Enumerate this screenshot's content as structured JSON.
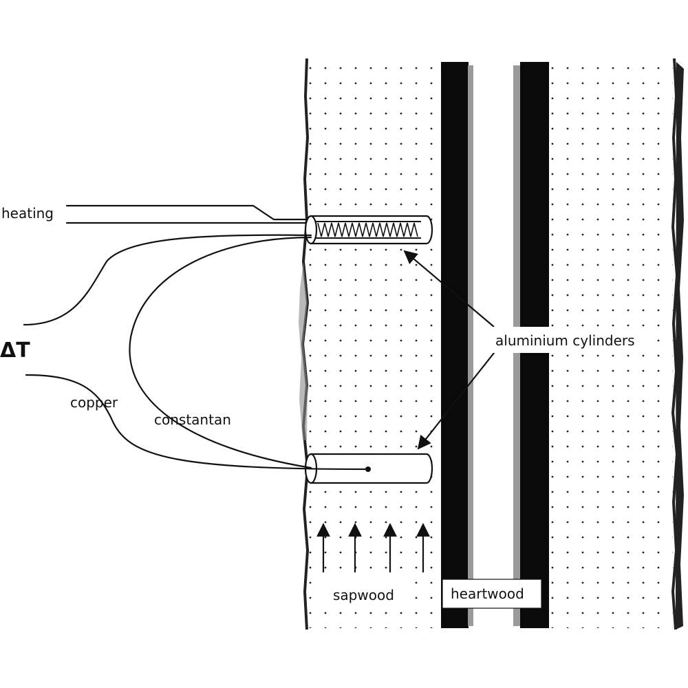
{
  "labels": {
    "heating": "heating",
    "delta_t": "ΔT",
    "copper": "copper",
    "constantan": "constantan",
    "aluminium_cylinders": "aluminium cylinders",
    "sapwood": "sapwood",
    "heartwood": "heartwood"
  },
  "colors": {
    "ink": "#111111",
    "heartwood_band": "#0a0a0a",
    "bark_shade": "#8a8a8a",
    "background": "#ffffff"
  }
}
